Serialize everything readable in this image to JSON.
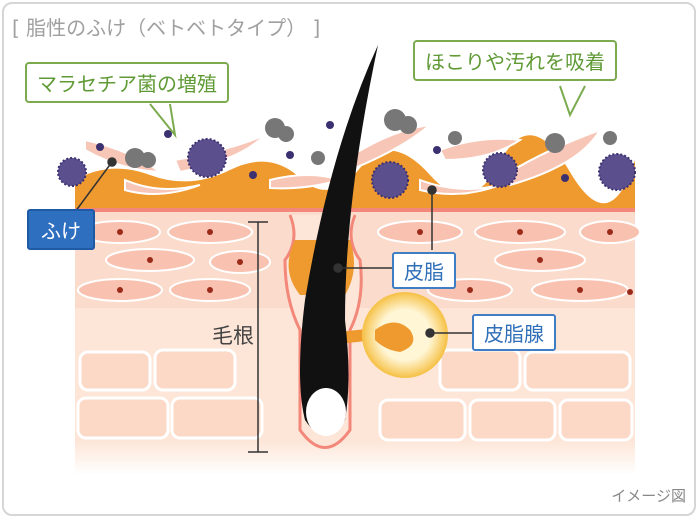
{
  "title": "[ 脂性のふけ（ベトベトタイプ） ]",
  "callouts": {
    "malassezia": "マラセチア菌の増殖",
    "dust": "ほこりや汚れを吸着"
  },
  "labels": {
    "dandruff": "ふけ",
    "sebum": "皮脂",
    "sebaceous_gland": "皮脂腺",
    "hair_root": "毛根"
  },
  "note": "イメージ図",
  "colors": {
    "sebum": "#ef9a2e",
    "cell_pink": "#f7c1b2",
    "nucleus": "#9a2a1a",
    "microbe": "#5b4f8e",
    "dust": "#7b7b7b",
    "callout_border": "#7cab4f",
    "label_blue": "#2f6fc0"
  }
}
